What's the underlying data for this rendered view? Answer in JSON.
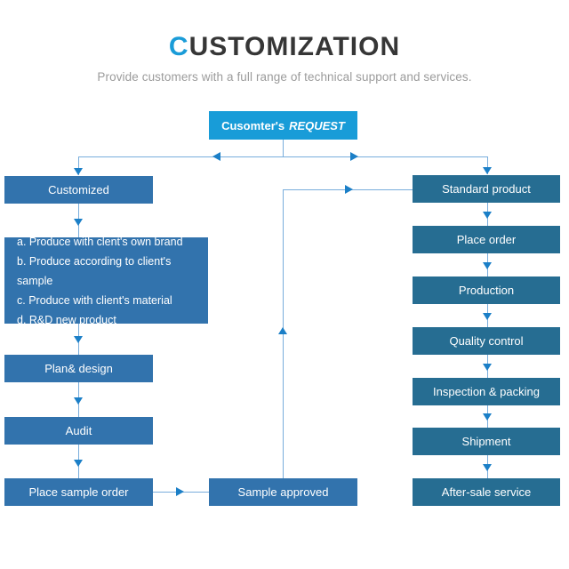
{
  "header": {
    "title_accent": "C",
    "title_rest": "USTOMIZATION",
    "subtitle": "Provide customers with a full range of technical support and services.",
    "accent_color": "#1A9CD8",
    "title_color": "#363636",
    "subtitle_color": "#9B9B9B"
  },
  "flowchart": {
    "colors": {
      "root_box": "#189CD8",
      "left_box": "#3273AD",
      "right_box": "#266D92",
      "line": "#79ADDC",
      "arrow": "#1B7FC7",
      "text": "#FFFFFF"
    },
    "root": {
      "label": "Cusomter's",
      "label_emphasis": "REQUEST"
    },
    "left_branch": {
      "entry": "Customized",
      "options": [
        "a. Produce with clent's own brand",
        "b. Produce according to client's sample",
        "c. Produce with client's material",
        "d. R&D new product"
      ],
      "steps": [
        "Plan& design",
        "Audit",
        "Place sample order"
      ],
      "approval": "Sample approved"
    },
    "right_branch": {
      "steps": [
        "Standard product",
        "Place order",
        "Production",
        "Quality control",
        "Inspection & packing",
        "Shipment",
        "After-sale service"
      ]
    }
  }
}
